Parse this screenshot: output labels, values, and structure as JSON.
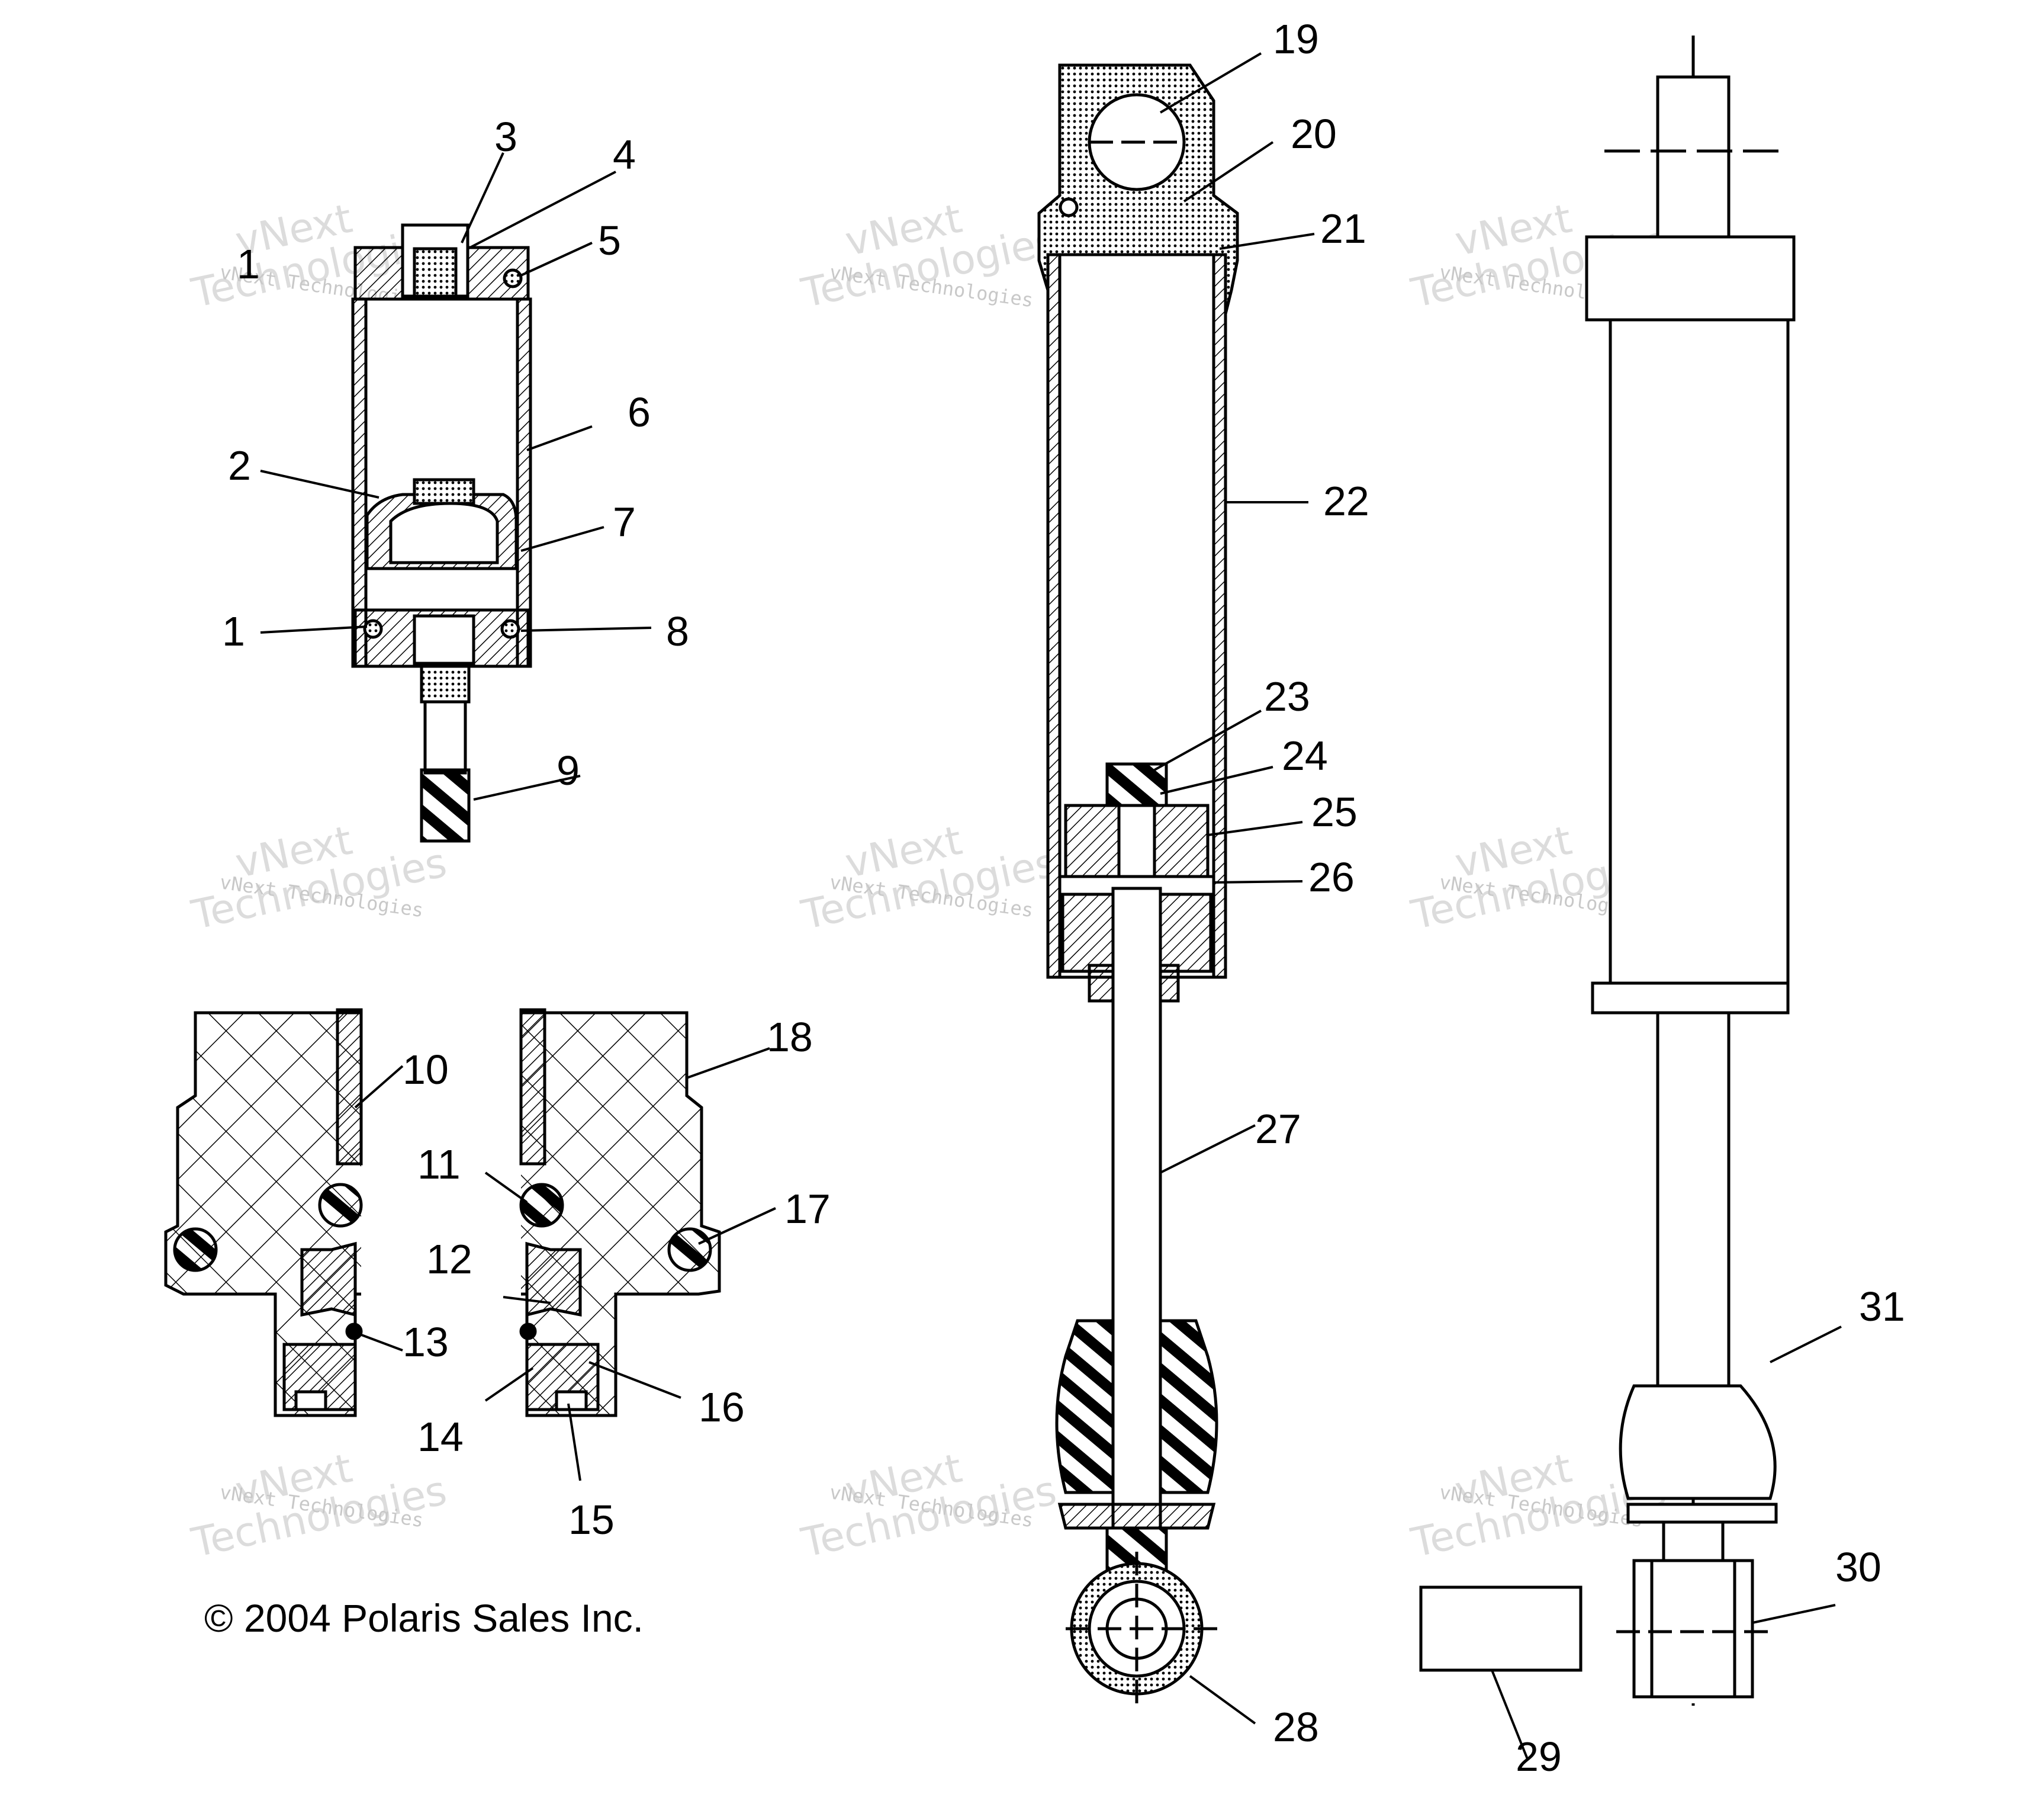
{
  "callouts": [
    {
      "id": "1a",
      "label": "1"
    },
    {
      "id": "3",
      "label": "3"
    },
    {
      "id": "4",
      "label": "4"
    },
    {
      "id": "5",
      "label": "5"
    },
    {
      "id": "6",
      "label": "6"
    },
    {
      "id": "2",
      "label": "2"
    },
    {
      "id": "7",
      "label": "7"
    },
    {
      "id": "1b",
      "label": "1"
    },
    {
      "id": "8",
      "label": "8"
    },
    {
      "id": "9",
      "label": "9"
    },
    {
      "id": "10",
      "label": "10"
    },
    {
      "id": "11",
      "label": "11"
    },
    {
      "id": "12",
      "label": "12"
    },
    {
      "id": "13",
      "label": "13"
    },
    {
      "id": "14",
      "label": "14"
    },
    {
      "id": "15",
      "label": "15"
    },
    {
      "id": "16",
      "label": "16"
    },
    {
      "id": "17",
      "label": "17"
    },
    {
      "id": "18",
      "label": "18"
    },
    {
      "id": "19",
      "label": "19"
    },
    {
      "id": "20",
      "label": "20"
    },
    {
      "id": "21",
      "label": "21"
    },
    {
      "id": "22",
      "label": "22"
    },
    {
      "id": "23",
      "label": "23"
    },
    {
      "id": "24",
      "label": "24"
    },
    {
      "id": "25",
      "label": "25"
    },
    {
      "id": "26",
      "label": "26"
    },
    {
      "id": "27",
      "label": "27"
    },
    {
      "id": "28",
      "label": "28"
    },
    {
      "id": "29",
      "label": "29"
    },
    {
      "id": "30",
      "label": "30"
    },
    {
      "id": "31",
      "label": "31"
    }
  ],
  "copyright": "© 2004 Polaris Sales Inc.",
  "watermark": {
    "line1": "vNext Technologies",
    "line2": "vNext",
    "line3": "Technologies"
  }
}
